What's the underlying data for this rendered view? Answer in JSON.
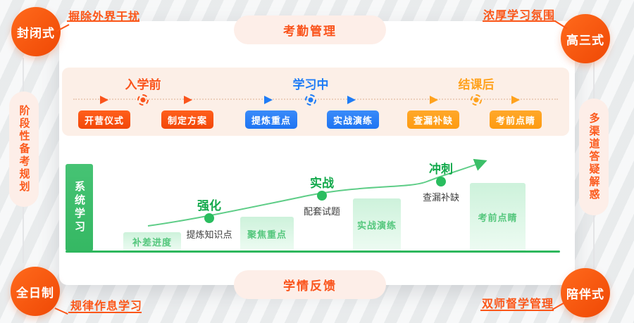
{
  "corners": {
    "top_left": {
      "badge": "封闭式",
      "callout": "摒除外界干扰"
    },
    "top_right": {
      "badge": "高三式",
      "callout": "浓厚学习氛围"
    },
    "bottom_left": {
      "badge": "全日制",
      "callout": "规律作息学习"
    },
    "bottom_right": {
      "badge": "陪伴式",
      "callout": "双师督学管理"
    }
  },
  "edge_pills": {
    "top": "考勤管理",
    "bottom": "学情反馈",
    "left": "阶段性备考规划",
    "right": "多渠道答疑解惑"
  },
  "timeline": {
    "phases": [
      {
        "label": "入学前",
        "color": "#fa541c"
      },
      {
        "label": "学习中",
        "color": "#1f7cf6"
      },
      {
        "label": "结课后",
        "color": "#ffa21d"
      }
    ],
    "steps": [
      {
        "label": "开营仪式",
        "phase": "入学前"
      },
      {
        "label": "制定方案",
        "phase": "入学前"
      },
      {
        "label": "提炼重点",
        "phase": "学习中"
      },
      {
        "label": "实战演练",
        "phase": "学习中"
      },
      {
        "label": "查漏补缺",
        "phase": "结课后"
      },
      {
        "label": "考前点睛",
        "phase": "结课后"
      }
    ]
  },
  "growth_chart": {
    "axis_label": "系统学习",
    "stages": [
      "补差进度",
      "聚焦重点",
      "实战演练",
      "考前点睛"
    ],
    "milestones": [
      {
        "label": "强化",
        "sub_label": "提炼知识点"
      },
      {
        "label": "实战",
        "sub_label": "配套试题"
      },
      {
        "label": "冲刺",
        "sub_label": "查漏补缺"
      }
    ]
  },
  "colors": {
    "accent_orange": "#fa541c",
    "accent_blue": "#1f7cf6",
    "accent_amber": "#ffa21d",
    "accent_green": "#2abd5f",
    "badge_red": "#f04a05"
  }
}
